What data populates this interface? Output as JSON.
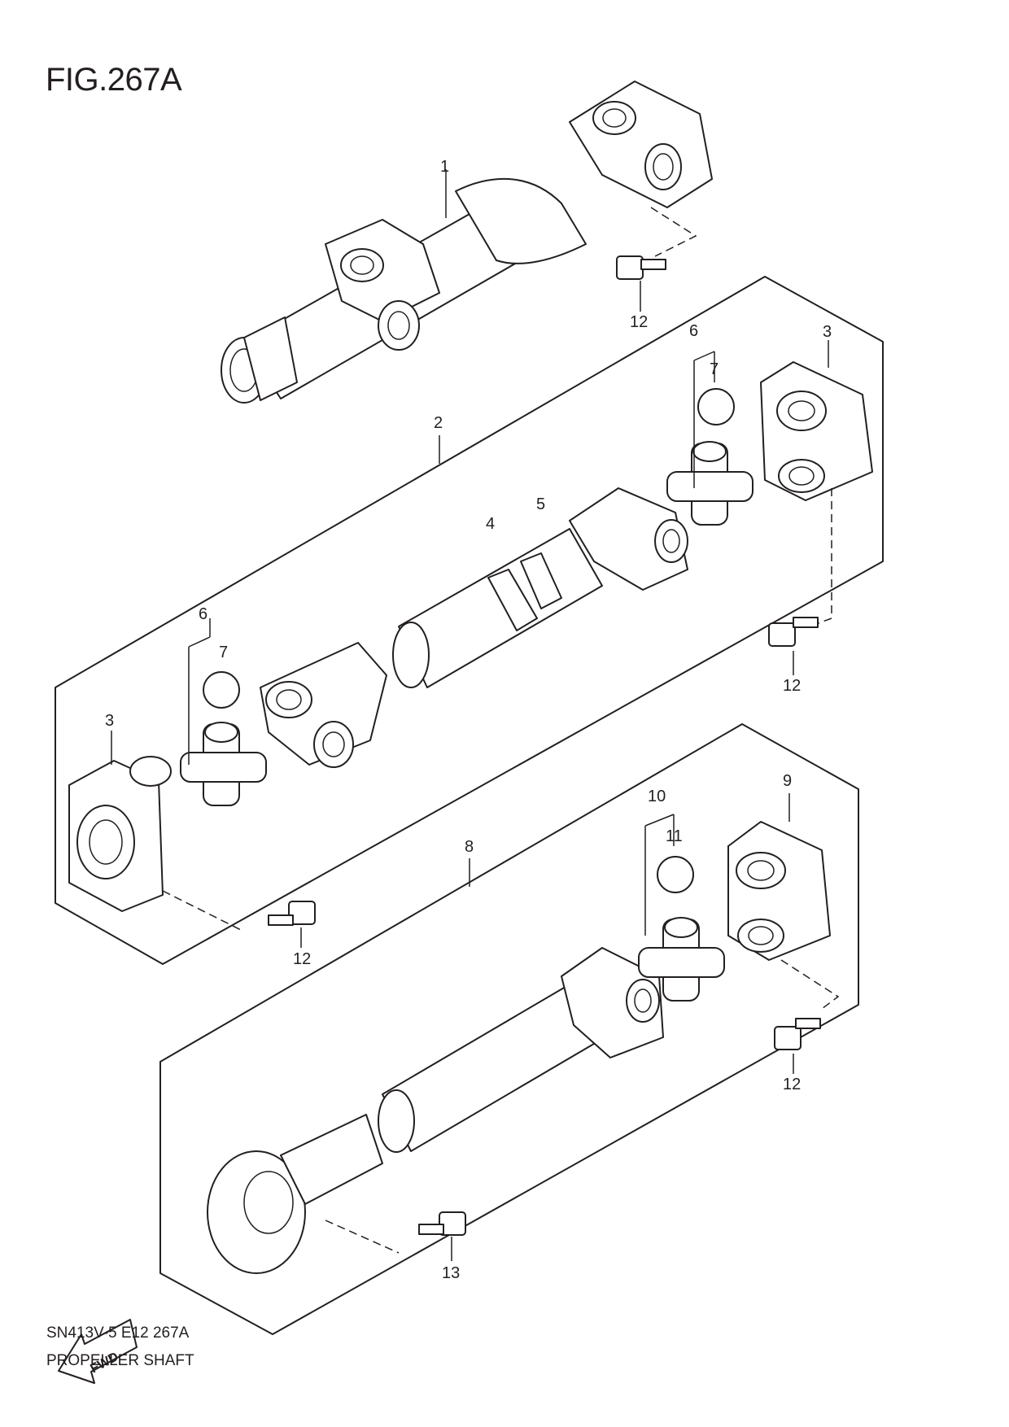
{
  "figure": {
    "title": "FIG.267A",
    "code": "SN413V-5 E12 267A",
    "name": "PROPELLER SHAFT",
    "direction_label": "FWD"
  },
  "callouts": [
    "1",
    "2",
    "3",
    "3",
    "4",
    "5",
    "6",
    "6",
    "7",
    "7",
    "8",
    "9",
    "10",
    "11",
    "12",
    "12",
    "12",
    "12",
    "13"
  ]
}
